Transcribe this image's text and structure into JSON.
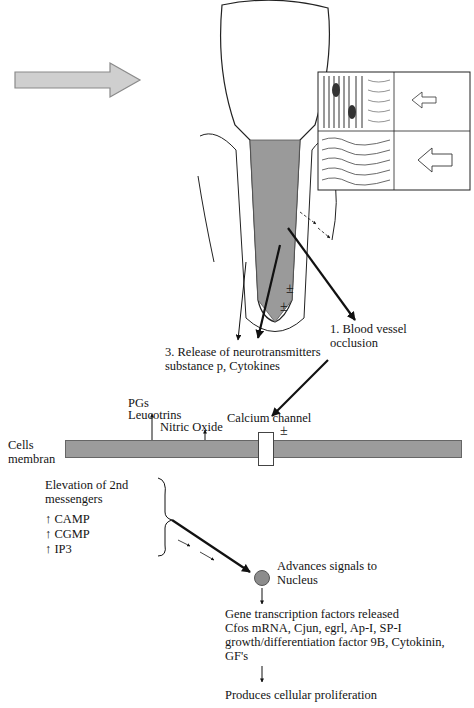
{
  "diagram": {
    "nodes": [
      {
        "text": [
          "Cells membran"
        ]
      },
      {
        "text": [
          "Calcium channel"
        ],
        "in": 0
      },
      {
        "text": [
          "Advances signals to Nucleus"
        ]
      }
    ],
    "labels": [
      "1. Blood vessel occlusion",
      "3. Release of neurotransmitters substance p, Cytokines",
      "PGs",
      "Leucotrins",
      "Nitric Oxide",
      "±",
      "±",
      "±",
      "Elevation of 2nd messengers",
      "↑ CAMP",
      "↑ CGMP",
      "↑ IP3",
      "Gene transcription factors released",
      "Cfos mRNA, Cjun, egrl, Ap-I, SP-I growth/differentiation factor 9B, Cytokinin, GF's",
      "Produces cellular proliferation"
    ]
  }
}
